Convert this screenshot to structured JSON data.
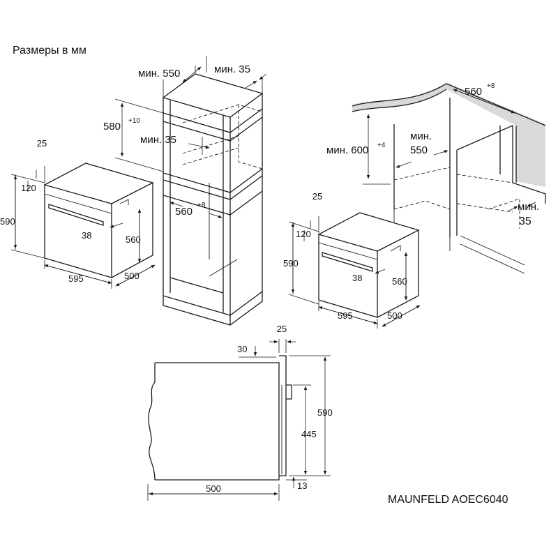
{
  "title": "Размеры в мм",
  "model": "MAUNFELD AOEC6040",
  "oven_left": {
    "dim_25": "25",
    "dim_120": "120",
    "dim_590": "590",
    "dim_38": "38",
    "dim_560": "560",
    "dim_595": "595",
    "dim_500": "500"
  },
  "tall_unit": {
    "min_550": "мин. 550",
    "min_35_top": "мин. 35",
    "dim_580": "580",
    "dim_580_tol": "+10",
    "min_35_mid": "мин. 35",
    "dim_560": "560",
    "dim_560_tol": "+8"
  },
  "under_counter": {
    "dim_560": "560",
    "dim_560_tol": "+8",
    "min_600": "мин. 600",
    "min_600_tol": "+4",
    "min_550_line1": "мин.",
    "min_550_line2": "550",
    "min_35_line1": "мин.",
    "min_35_line2": "35"
  },
  "oven_right": {
    "dim_25": "25",
    "dim_120": "120",
    "dim_590": "590",
    "dim_38": "38",
    "dim_560": "560",
    "dim_595": "595",
    "dim_500": "500"
  },
  "side_view": {
    "dim_25": "25",
    "dim_30": "30",
    "dim_590": "590",
    "dim_445": "445",
    "dim_500": "500",
    "dim_13": "13"
  },
  "colors": {
    "line": "#1a1a1a",
    "worktop": "#d9d9d9"
  }
}
